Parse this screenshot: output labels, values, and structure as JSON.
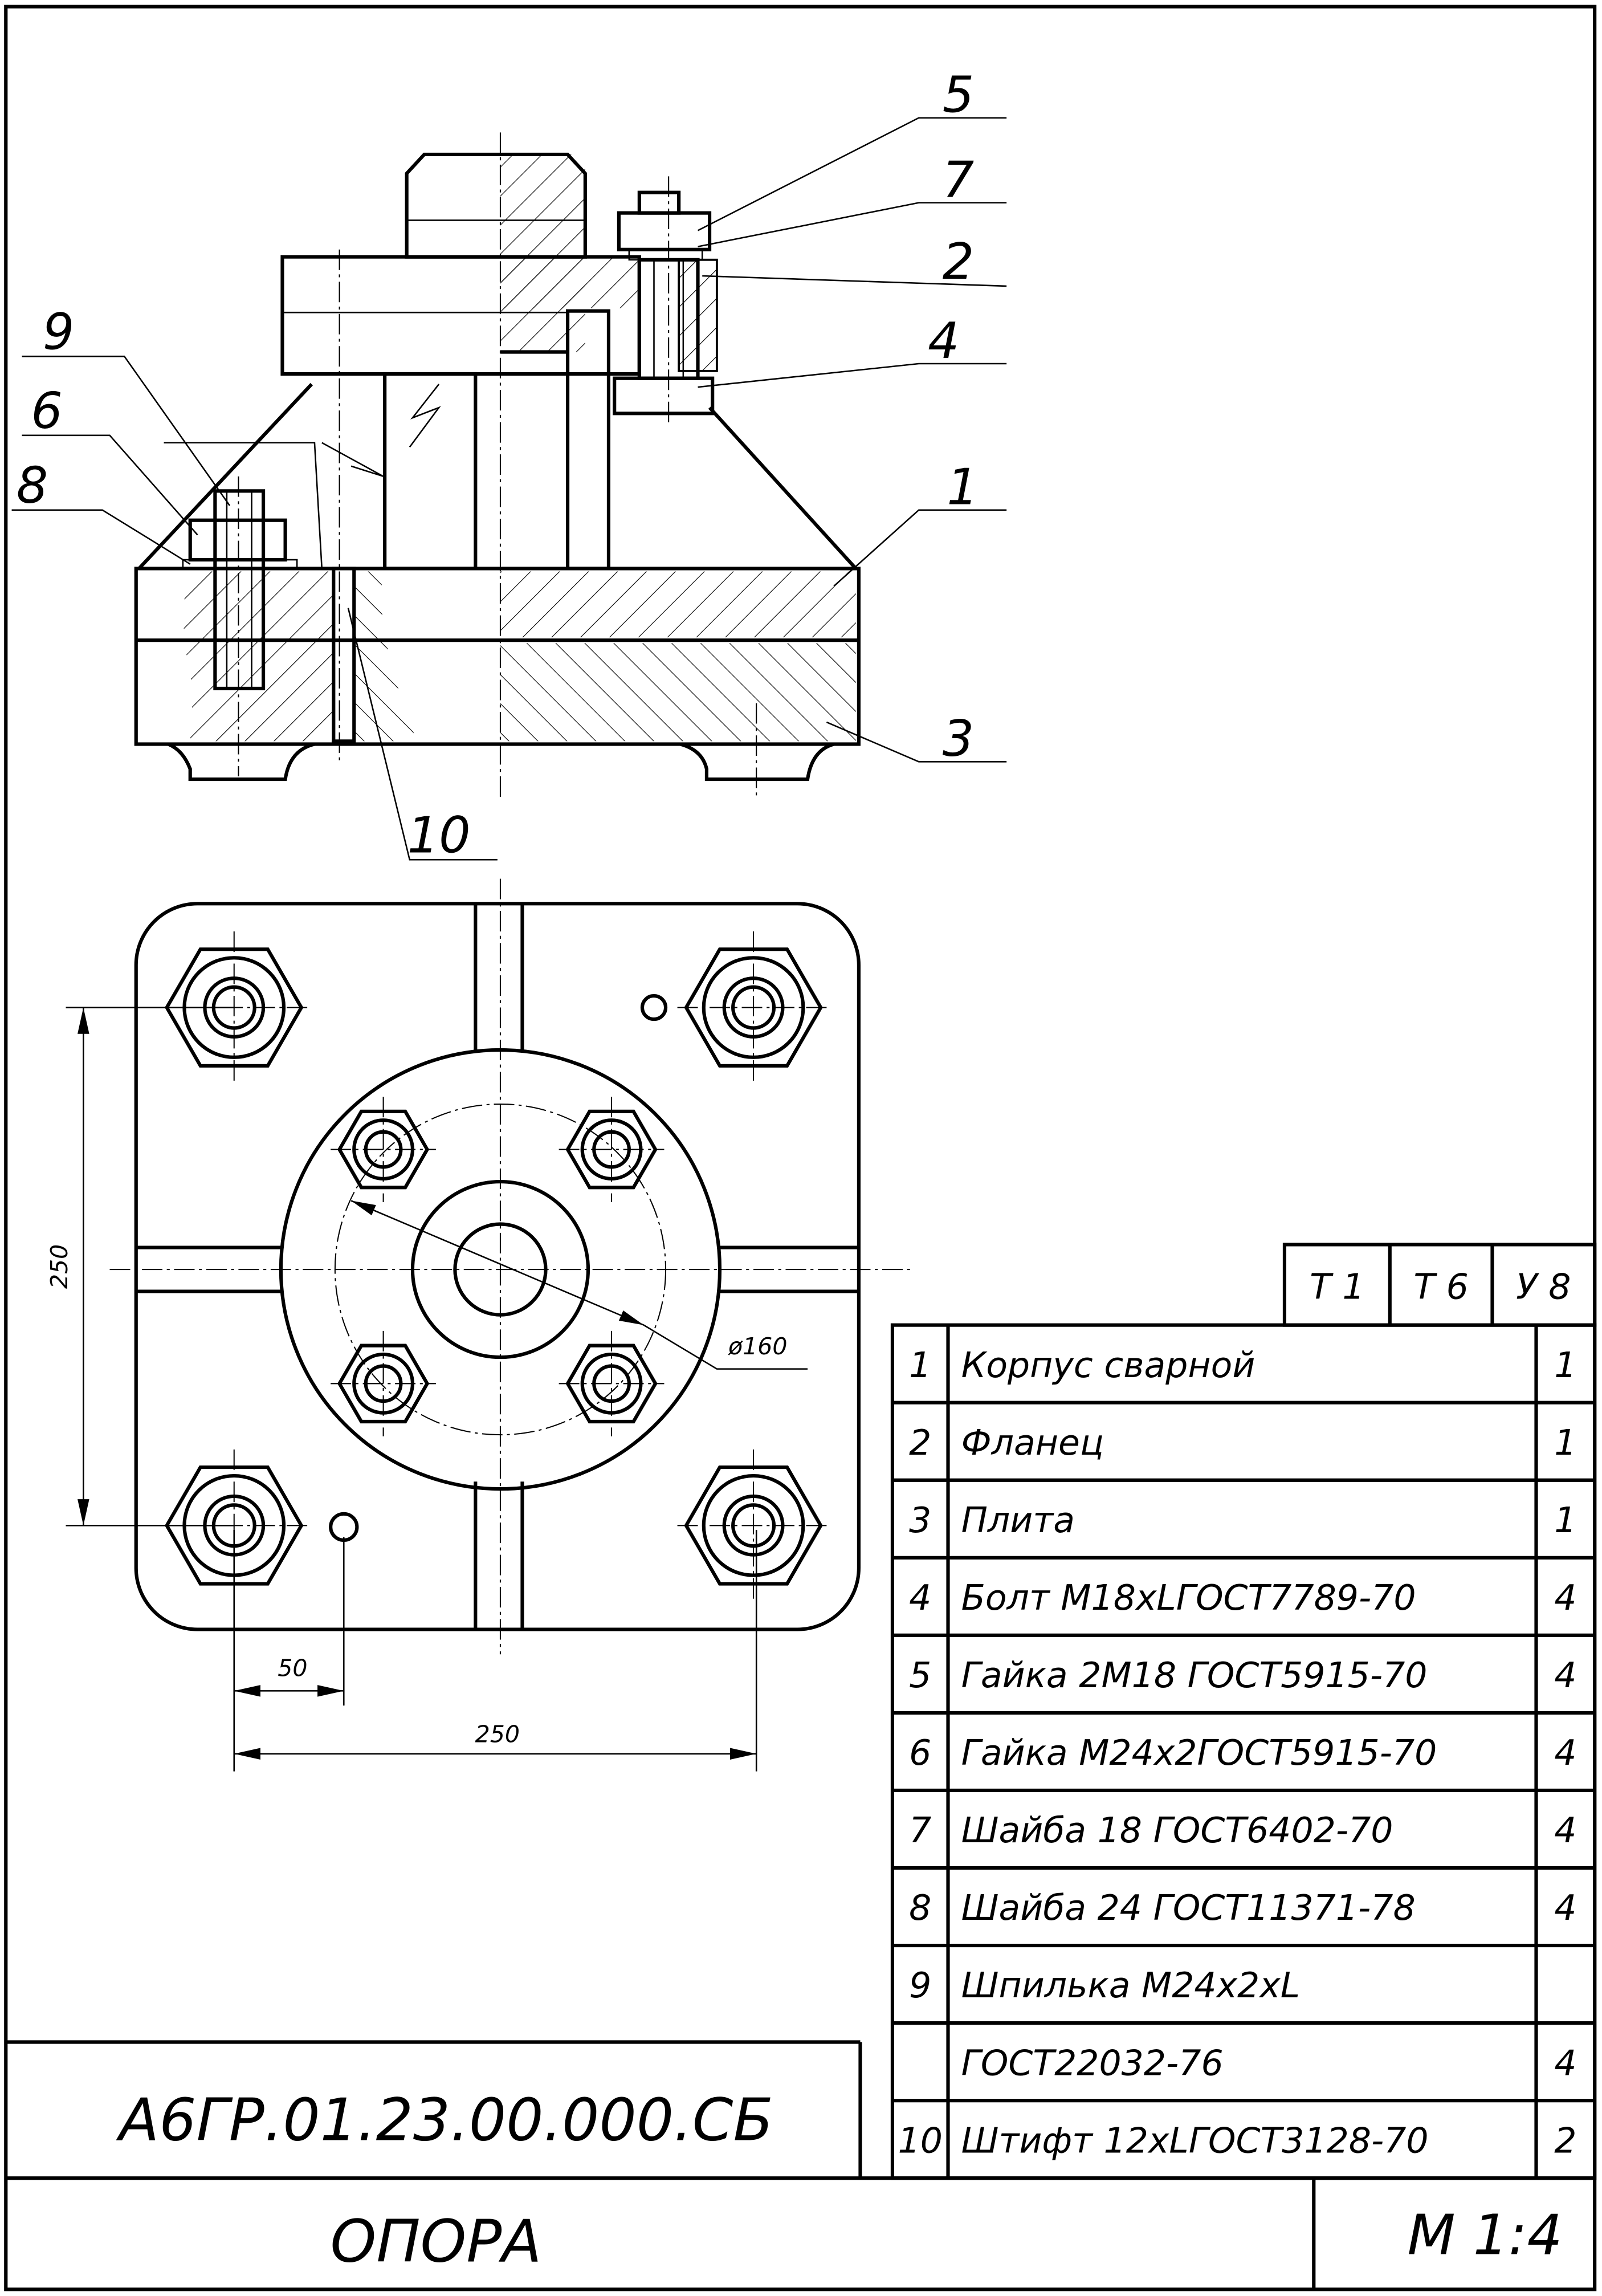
{
  "title_block": {
    "designation": "А6ГР.01.23.00.000.СБ",
    "name": "ОПОРА",
    "scale": "М 1:4"
  },
  "spec_header": [
    "Т 1",
    "Т 6",
    "У 8"
  ],
  "spec_rows": [
    {
      "pos": "1",
      "name": "Корпус сварной",
      "qty": "1"
    },
    {
      "pos": "2",
      "name": "Фланец",
      "qty": "1"
    },
    {
      "pos": "3",
      "name": "Плита",
      "qty": "1"
    },
    {
      "pos": "4",
      "name": "Болт М18хLГОСТ7789-70",
      "qty": "4"
    },
    {
      "pos": "5",
      "name": "Гайка 2М18 ГОСТ5915-70",
      "qty": "4"
    },
    {
      "pos": "6",
      "name": "Гайка М24х2ГОСТ5915-70",
      "qty": "4"
    },
    {
      "pos": "7",
      "name": "Шайба 18 ГОСТ6402-70",
      "qty": "4"
    },
    {
      "pos": "8",
      "name": "Шайба 24 ГОСТ11371-78",
      "qty": "4"
    },
    {
      "pos": "9",
      "name": "Шпилька М24х2хL",
      "qty": ""
    },
    {
      "pos": "",
      "name": "ГОСТ22032-76",
      "qty": "4"
    },
    {
      "pos": "10",
      "name": "Штифт 12хLГОСТ3128-70",
      "qty": "2"
    }
  ],
  "callouts": [
    "5",
    "7",
    "2",
    "4",
    "1",
    "3",
    "9",
    "6",
    "8",
    "10"
  ],
  "dimensions": {
    "vertical": "250",
    "horizontal": "250",
    "pin_offset": "50",
    "bolt_circle": "ø160"
  }
}
